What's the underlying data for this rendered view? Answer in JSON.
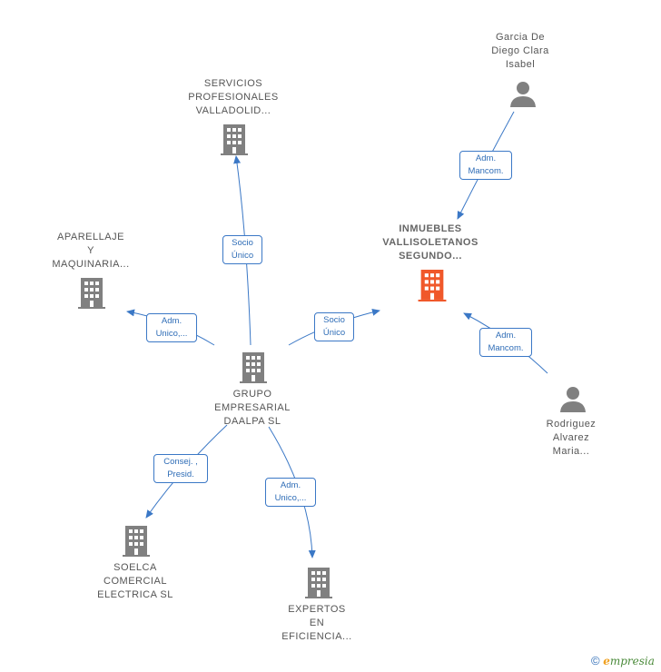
{
  "nodes": {
    "grupo": {
      "label": "GRUPO\nEMPRESARIAL\nDAALPA  SL",
      "type": "company"
    },
    "servicios": {
      "label": "SERVICIOS\nPROFESIONALES\nVALLADOLID...",
      "type": "company"
    },
    "aparellaje": {
      "label": "APARELLAJE\nY\nMAQUINARIA...",
      "type": "company"
    },
    "inmuebles": {
      "label": "INMUEBLES\nVALLISOLETANOS\nSEGUNDO...",
      "type": "company-highlight"
    },
    "soelca": {
      "label": "SOELCA\nCOMERCIAL\nELECTRICA SL",
      "type": "company"
    },
    "expertos": {
      "label": "EXPERTOS\nEN\nEFICIENCIA...",
      "type": "company"
    },
    "garcia": {
      "label": "Garcia De\nDiego Clara\nIsabel",
      "type": "person"
    },
    "rodriguez": {
      "label": "Rodriguez\nAlvarez\nMaria...",
      "type": "person"
    }
  },
  "edges": {
    "e_servicios": {
      "label": "Socio\nÚnico"
    },
    "e_aparellaje": {
      "label": "Adm.\nUnico,..."
    },
    "e_inmuebles": {
      "label": "Socio\nÚnico"
    },
    "e_soelca": {
      "label": "Consej. ,\nPresid."
    },
    "e_expertos": {
      "label": "Adm.\nUnico,..."
    },
    "e_garcia": {
      "label": "Adm.\nMancom."
    },
    "e_rodriguez": {
      "label": "Adm.\nMancom."
    }
  },
  "colors": {
    "edge": "#3b78c6",
    "company_icon": "#808080",
    "highlight_icon": "#f0582a",
    "person_icon": "#808080"
  },
  "footer": {
    "copyright_symbol": "©",
    "brand_first": "e",
    "brand_rest": "mpresia"
  }
}
